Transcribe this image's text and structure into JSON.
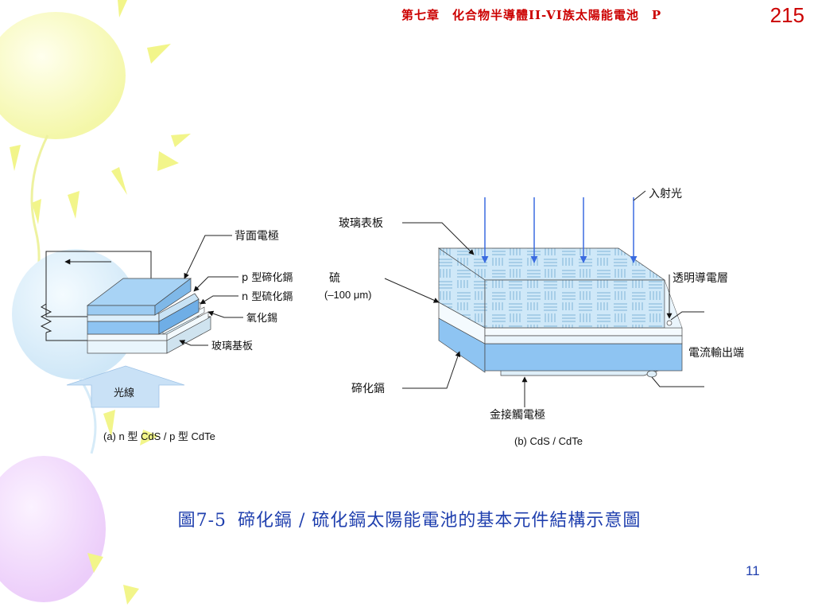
{
  "header": {
    "chapter": "第七章　化合物半導體II-VI族太陽能電池　P",
    "page": "215"
  },
  "diagram_a": {
    "labels": {
      "back_electrode": "背面電極",
      "p_cdte": "p 型碲化鎘",
      "n_cds": "n 型硫化鎘",
      "tin_oxide": "氧化錫",
      "glass_substrate": "玻璃基板",
      "light": "光線"
    },
    "subcaption": "(a) n 型 CdS / p 型 CdTe"
  },
  "diagram_b": {
    "labels": {
      "incident_light": "入射光",
      "glass_cover": "玻璃表板",
      "sulfur": "硫",
      "thickness": "(–100 μm)",
      "tco": "透明導電層",
      "current_output": "電流輸出端",
      "cdte": "碲化鎘",
      "gold_contact": "金接觸電極"
    },
    "subcaption": "(b) CdS / CdTe"
  },
  "caption": {
    "number": "圖7-5",
    "text": "碲化鎘 / 硫化鎘太陽能電池的基本元件結構示意圖"
  },
  "slide_number": "11",
  "colors": {
    "header_red": "#cc0000",
    "caption_blue": "#1f3fae",
    "layer_blue": "#8ec4f2",
    "glass_blue": "#cfe8f8"
  }
}
